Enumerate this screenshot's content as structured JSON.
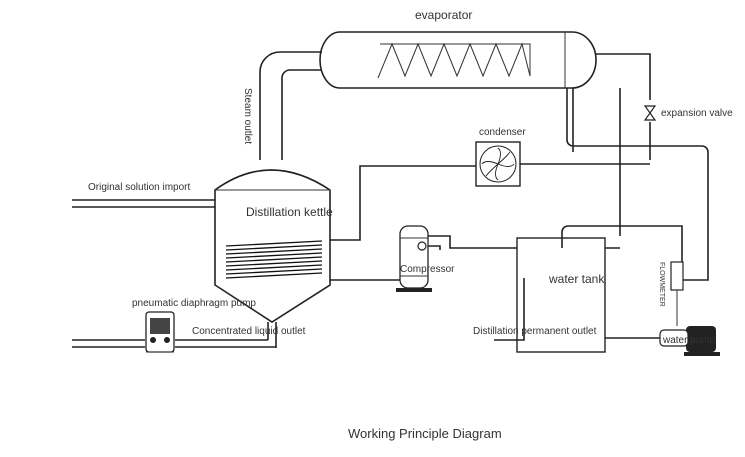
{
  "labels": {
    "evaporator": "evaporator",
    "expansion_valve": "expansion valve",
    "steam_outlet": "Steam outlet",
    "condenser": "condenser",
    "original_solution_import": "Original solution import",
    "distillation_kettle": "Distillation kettle",
    "compressor": "Compressor",
    "water_tank": "water tank",
    "pneumatic_diaphragm_pump": "pneumatic diaphragm pump",
    "concentrated_liquid_outlet": "Concentrated liquid outlet",
    "distillation_outlet": "Distillation permanent outlet",
    "water_pump": "water pump",
    "flowmeter": "FLOWMETER",
    "caption": "Working Principle Diagram"
  }
}
